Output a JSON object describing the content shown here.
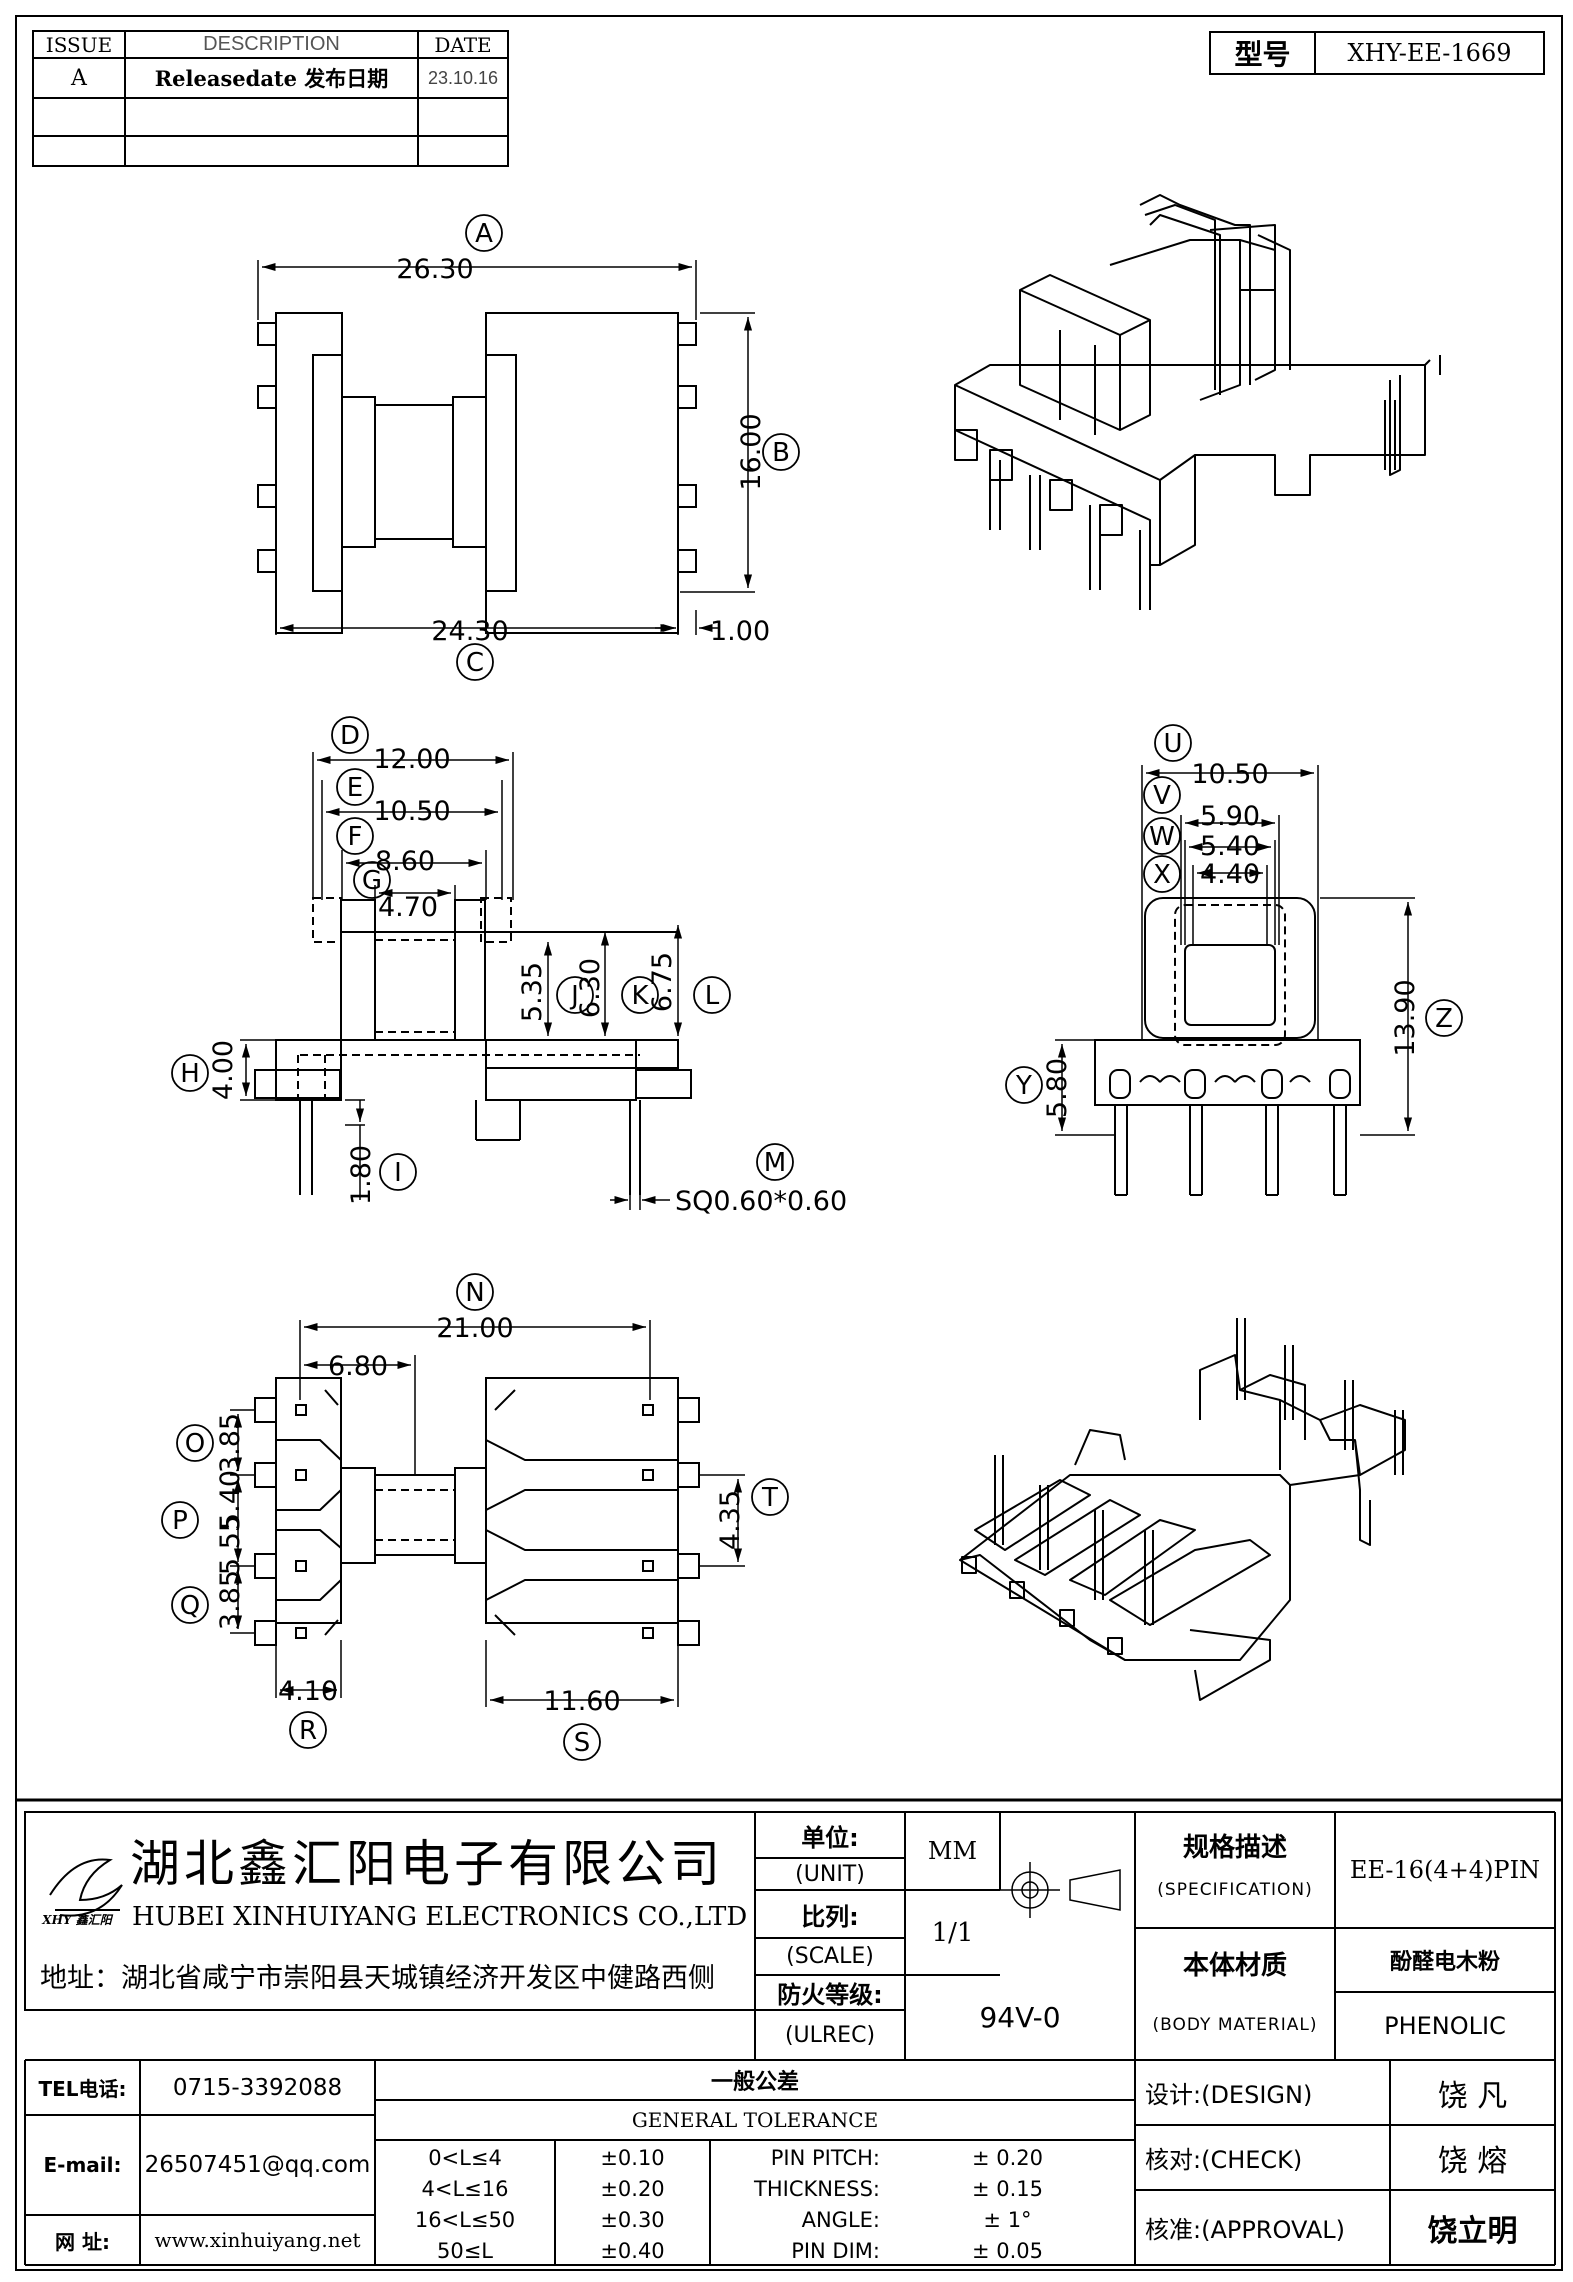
{
  "revision": {
    "headers": [
      "ISSUE",
      "DESCRIPTION",
      "DATE"
    ],
    "rows": [
      {
        "issue": "A",
        "description": "Releasedate 发布日期",
        "date": "23.10.16"
      },
      {
        "issue": "",
        "description": "",
        "date": ""
      },
      {
        "issue": "",
        "description": "",
        "date": ""
      }
    ]
  },
  "model": {
    "label": "型号",
    "value": "XHY-EE-1669"
  },
  "dims": {
    "A": "26.30",
    "B": "16.00",
    "C": "24.30",
    "c_offset": "1.00",
    "D": "12.00",
    "E": "10.50",
    "F": "8.60",
    "G": "4.70",
    "H": "4.00",
    "I": "1.80",
    "J": "5.35",
    "K": "6.30",
    "L": "6.75",
    "M": "SQ0.60*0.60",
    "U": "10.50",
    "V": "5.90",
    "W": "5.40",
    "X": "4.40",
    "Y": "5.80",
    "Z": "13.90",
    "N": "21.00",
    "n2": "6.80",
    "O": "3.85",
    "P": "5.40",
    "p2": "5.55",
    "Q": "3.85",
    "R": "4.10",
    "S": "11.60",
    "T": "4.35"
  },
  "dim_letters": {
    "A": "A",
    "B": "B",
    "C": "C",
    "D": "D",
    "E": "E",
    "F": "F",
    "G": "G",
    "H": "H",
    "I": "I",
    "J": "J",
    "K": "K",
    "L": "L",
    "M": "M",
    "N": "N",
    "O": "O",
    "P": "P",
    "Q": "Q",
    "R": "R",
    "S": "S",
    "T": "T",
    "U": "U",
    "V": "V",
    "W": "W",
    "X": "X",
    "Y": "Y",
    "Z": "Z"
  },
  "company": {
    "name_cn": "湖北鑫汇阳电子有限公司",
    "name_en": "HUBEI XINHUIYANG ELECTRONICS CO.,LTD",
    "address": "地址：湖北省咸宁市崇阳县天城镇经济开发区中健路西侧",
    "logo_text": "XHY 鑫汇阳"
  },
  "specs": {
    "unit_cn": "单位:",
    "unit_en": "(UNIT)",
    "unit_val": "MM",
    "scale_cn": "比列:",
    "scale_en": "(SCALE)",
    "scale_val": "1/1",
    "fire_cn": "防火等级:",
    "fire_en": "(ULREC)",
    "fire_val": "94V-0",
    "spec_cn": "规格描述",
    "spec_en": "(SPECIFICATION)",
    "spec_val": "EE-16(4+4)PIN",
    "mat_cn": "本体材质",
    "mat_en": "(BODY MATERIAL)",
    "mat_val_cn": "酚醛电木粉",
    "mat_val": "PHENOLIC"
  },
  "contact": {
    "tel_label": "TEL电话:",
    "tel": "0715-3392088",
    "email_label": "E-mail:",
    "email": "26507451@qq.com",
    "web_label": "网  址:",
    "web": "www.xinhuiyang.net"
  },
  "tolerance": {
    "title_cn": "一般公差",
    "title_en": "GENERAL TOLERANCE",
    "rows": [
      {
        "range": "0<L≤4",
        "tol": "±0.10",
        "name": "PIN PITCH:",
        "val": "± 0.20"
      },
      {
        "range": "4<L≤16",
        "tol": "±0.20",
        "name": "THICKNESS:",
        "val": "± 0.15"
      },
      {
        "range": "16<L≤50",
        "tol": "±0.30",
        "name": "ANGLE:",
        "val": "± 1°"
      },
      {
        "range": "50≤L",
        "tol": "±0.40",
        "name": "PIN DIM:",
        "val": "± 0.05"
      }
    ]
  },
  "approval": {
    "design_label": "设计:(DESIGN)",
    "design_name": "饶  凡",
    "check_label": "核对:(CHECK)",
    "check_name": "饶  熔",
    "approve_label": "核准:(APPROVAL)",
    "approve_name": "饶立明"
  }
}
